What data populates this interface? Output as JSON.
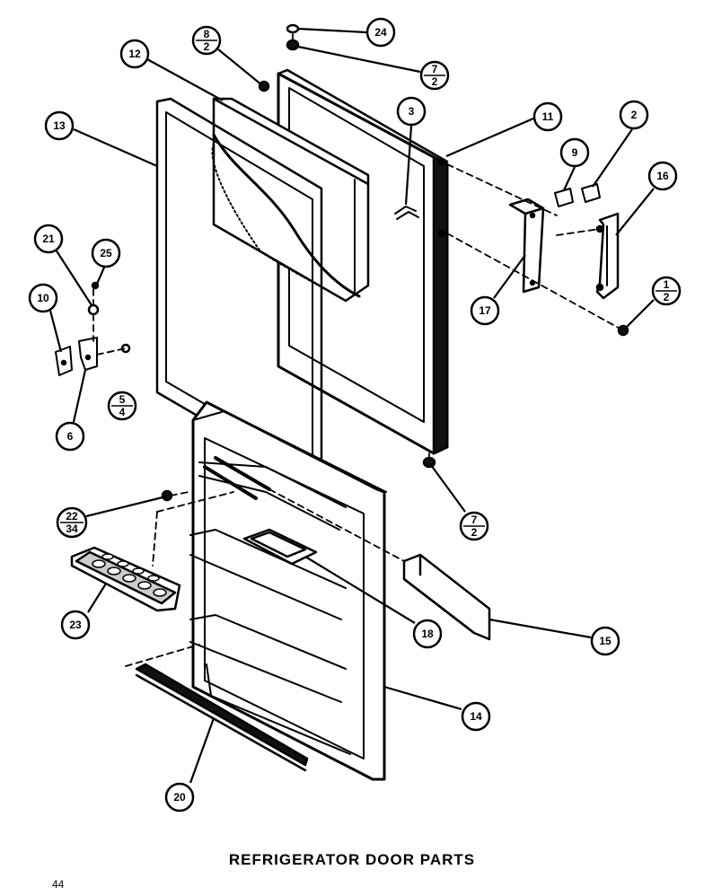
{
  "title": "REFRIGERATOR DOOR PARTS",
  "page_number": "44",
  "callouts": [
    {
      "id": "12",
      "label": "12"
    },
    {
      "id": "8-2",
      "label": "8",
      "sub": "2"
    },
    {
      "id": "24",
      "label": "24"
    },
    {
      "id": "7-2-top",
      "label": "7",
      "sub": "2"
    },
    {
      "id": "13",
      "label": "13"
    },
    {
      "id": "3",
      "label": "3"
    },
    {
      "id": "11",
      "label": "11"
    },
    {
      "id": "2",
      "label": "2"
    },
    {
      "id": "9",
      "label": "9"
    },
    {
      "id": "16",
      "label": "16"
    },
    {
      "id": "21",
      "label": "21"
    },
    {
      "id": "25",
      "label": "25"
    },
    {
      "id": "10",
      "label": "10"
    },
    {
      "id": "1-2",
      "label": "1",
      "sub": "2"
    },
    {
      "id": "17",
      "label": "17"
    },
    {
      "id": "5-4",
      "label": "5",
      "sub": "4"
    },
    {
      "id": "6",
      "label": "6"
    },
    {
      "id": "7-2-bottom",
      "label": "7",
      "sub": "2"
    },
    {
      "id": "22-34",
      "label": "22",
      "sub": "34"
    },
    {
      "id": "23",
      "label": "23"
    },
    {
      "id": "18",
      "label": "18"
    },
    {
      "id": "15",
      "label": "15"
    },
    {
      "id": "14",
      "label": "14"
    },
    {
      "id": "20",
      "label": "20"
    }
  ]
}
